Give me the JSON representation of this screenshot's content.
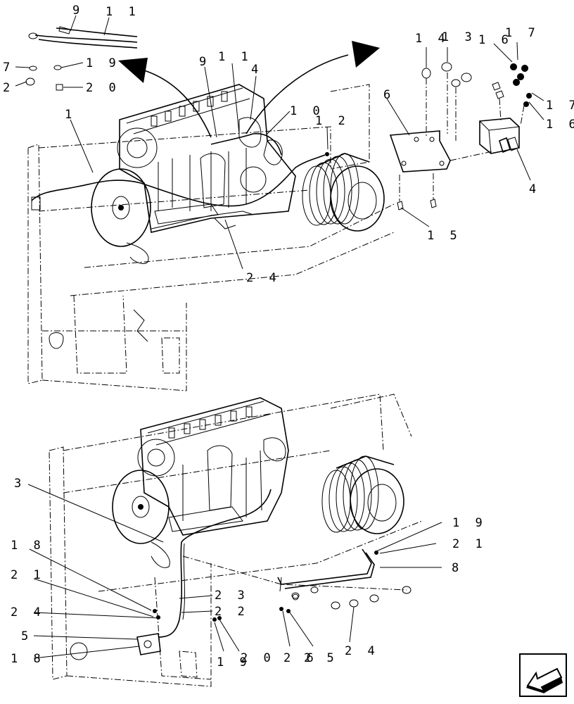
{
  "callouts": {
    "top": [
      {
        "id": "t9a",
        "text": "9"
      },
      {
        "id": "t11a",
        "text": "1 1"
      },
      {
        "id": "t7",
        "text": "7"
      },
      {
        "id": "t2",
        "text": "2"
      },
      {
        "id": "t19",
        "text": "1 9"
      },
      {
        "id": "t20",
        "text": "2 0"
      },
      {
        "id": "t1",
        "text": "1"
      },
      {
        "id": "t9b",
        "text": "9"
      },
      {
        "id": "t11b",
        "text": "1 1"
      },
      {
        "id": "t4a",
        "text": "4"
      },
      {
        "id": "t10",
        "text": "1 0"
      },
      {
        "id": "t12",
        "text": "1 2"
      },
      {
        "id": "t24",
        "text": "2 4"
      },
      {
        "id": "t14",
        "text": "1 4"
      },
      {
        "id": "t13",
        "text": "1 3"
      },
      {
        "id": "t16a",
        "text": "1 6"
      },
      {
        "id": "t17a",
        "text": "1 7"
      },
      {
        "id": "t6",
        "text": "6"
      },
      {
        "id": "t17b",
        "text": "1 7"
      },
      {
        "id": "t16b",
        "text": "1 6"
      },
      {
        "id": "t4b",
        "text": "4"
      },
      {
        "id": "t15",
        "text": "1 5"
      }
    ],
    "bottom": [
      {
        "id": "b3",
        "text": "3"
      },
      {
        "id": "b19a",
        "text": "1 9"
      },
      {
        "id": "b21a",
        "text": "2 1"
      },
      {
        "id": "b8",
        "text": "8"
      },
      {
        "id": "b18a",
        "text": "1 8"
      },
      {
        "id": "b21b",
        "text": "2 1"
      },
      {
        "id": "b23",
        "text": "2 3"
      },
      {
        "id": "b24a",
        "text": "2 4"
      },
      {
        "id": "b22",
        "text": "2 2"
      },
      {
        "id": "b5",
        "text": "5"
      },
      {
        "id": "b18b",
        "text": "1 8"
      },
      {
        "id": "b19b",
        "text": "1 9"
      },
      {
        "id": "b20",
        "text": "2 0"
      },
      {
        "id": "b26",
        "text": "2 6"
      },
      {
        "id": "b25",
        "text": "2 5"
      },
      {
        "id": "b24b",
        "text": "2 4"
      }
    ]
  },
  "icons": {
    "nav": "previous-page-arrow-icon"
  },
  "colors": {
    "ink": "#000000",
    "paper": "#ffffff"
  }
}
